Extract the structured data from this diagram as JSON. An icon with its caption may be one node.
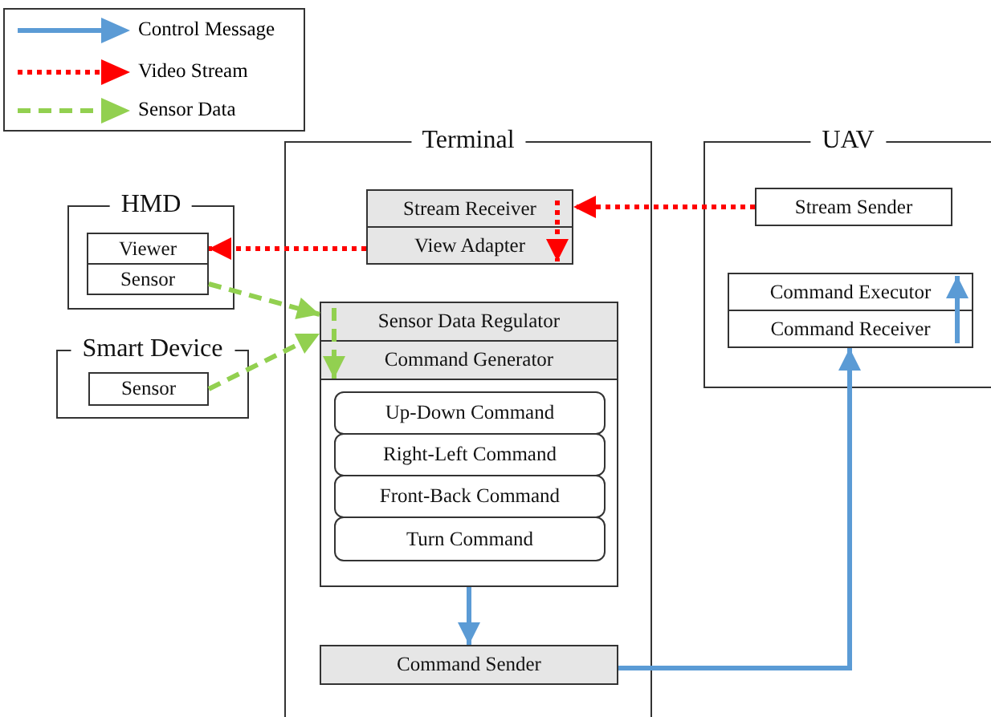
{
  "diagram": {
    "nodes": [
      {
        "text": [
          "Terminal"
        ]
      },
      {
        "text": [
          "Stream Receiver"
        ],
        "in": 0
      },
      {
        "text": [
          "View Adapter"
        ],
        "in": 0
      },
      {
        "text": [],
        "shape": "box",
        "in": 0
      },
      {
        "text": [
          "Sensor Data Regulator"
        ],
        "in": 3
      },
      {
        "text": [
          "Command Generator"
        ],
        "in": 3
      },
      {
        "text": [
          "Up-Down Command"
        ],
        "in": 3
      },
      {
        "text": [
          "Right-Left Command"
        ],
        "in": 3
      },
      {
        "text": [
          "Front-Back Command"
        ],
        "in": 3
      },
      {
        "text": [
          "Turn Command"
        ],
        "in": 3
      },
      {
        "text": [
          "Command Sender"
        ],
        "in": 0
      },
      {
        "text": [
          "HMD"
        ]
      },
      {
        "text": [
          "Viewer"
        ],
        "in": 11
      },
      {
        "text": [
          "Sensor"
        ],
        "in": 11
      },
      {
        "text": [
          "Smart Device"
        ]
      },
      {
        "text": [
          "Sensor"
        ],
        "in": 14
      },
      {
        "text": [
          "UAV"
        ]
      },
      {
        "text": [
          "Stream Sender"
        ],
        "in": 16
      },
      {
        "text": [
          "Command Executor"
        ],
        "in": 16
      },
      {
        "text": [
          "Command Receiver"
        ],
        "in": 16
      }
    ],
    "edges": [
      {
        "from": 17,
        "to": 1,
        "arrow": "to",
        "style": "dashed",
        "color": "#ff0000"
      },
      {
        "from": 1,
        "to": 2,
        "arrow": "to",
        "style": "dashed",
        "color": "#ff0000"
      },
      {
        "from": 2,
        "to": 12,
        "arrow": "to",
        "style": "dashed",
        "color": "#ff0000"
      },
      {
        "from": 13,
        "to": 4,
        "arrow": "to",
        "style": "dashed",
        "color": "#92d050"
      },
      {
        "from": 15,
        "to": 4,
        "arrow": "to",
        "style": "dashed",
        "color": "#92d050"
      },
      {
        "from": 4,
        "to": 5,
        "arrow": "to",
        "style": "dashed",
        "color": "#92d050"
      },
      {
        "from": 3,
        "to": 10,
        "arrow": "to",
        "color": "#5b9bd5"
      },
      {
        "from": 10,
        "to": 19,
        "arrow": "to",
        "color": "#5b9bd5"
      },
      {
        "from": 19,
        "to": 18,
        "arrow": "to",
        "color": "#5b9bd5"
      }
    ],
    "legend": [
      {
        "text": "Control Message"
      },
      {
        "text": "Video Stream"
      },
      {
        "text": "Sensor Data"
      }
    ]
  }
}
